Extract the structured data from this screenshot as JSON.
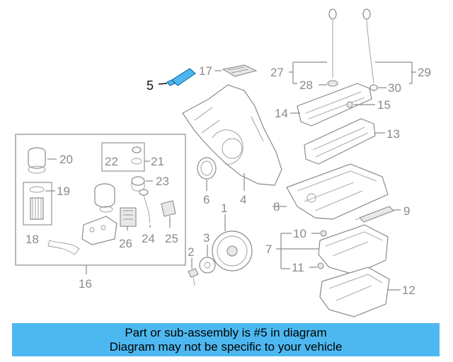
{
  "colors": {
    "highlight": "#4db8f0",
    "banner": "#4db8f0",
    "lines": "#8a8a8a"
  },
  "callouts": {
    "c1": "1",
    "c2": "2",
    "c3": "3",
    "c4": "4",
    "c5": "5",
    "c6": "6",
    "c7": "7",
    "c8": "8",
    "c9": "9",
    "c10": "10",
    "c11": "11",
    "c12": "12",
    "c13": "13",
    "c14": "14",
    "c15": "15",
    "c16": "16",
    "c17": "17",
    "c18": "18",
    "c19": "19",
    "c20": "20",
    "c21": "21",
    "c22": "22",
    "c23": "23",
    "c24": "24",
    "c25": "25",
    "c26": "26",
    "c27": "27",
    "c28": "28",
    "c29": "29",
    "c30": "30"
  },
  "banner": {
    "line1": "Part or sub-assembly is #5 in diagram",
    "line2": "Diagram may not be specific to your vehicle"
  }
}
